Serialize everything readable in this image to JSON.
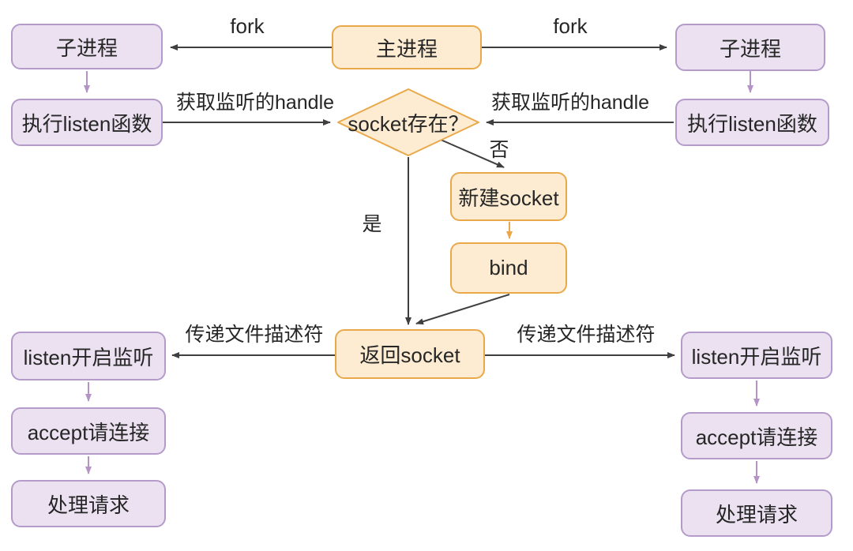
{
  "diagram": {
    "title_hint": "socket fork listen flowchart",
    "colors": {
      "orange_fill": "#fdecd2",
      "orange_border": "#e9a94b",
      "purple_fill": "#ebe1f0",
      "purple_border": "#b49bc9",
      "purple_arrow": "#b494c6",
      "orange_arrow": "#e9a94b",
      "line_color": "#3f3f3f",
      "text_color": "#262626",
      "background": "#ffffff"
    },
    "nodes": {
      "main_process": {
        "label": "主进程",
        "shape": "rounded-rect",
        "color": "orange"
      },
      "child_left": {
        "label": "子进程",
        "shape": "rounded-rect",
        "color": "purple"
      },
      "child_right": {
        "label": "子进程",
        "shape": "rounded-rect",
        "color": "purple"
      },
      "listen_fn_left": {
        "label": "执行listen函数",
        "shape": "rounded-rect",
        "color": "purple"
      },
      "listen_fn_right": {
        "label": "执行listen函数",
        "shape": "rounded-rect",
        "color": "purple"
      },
      "socket_exists": {
        "label": "socket存在？",
        "shape": "diamond",
        "color": "orange"
      },
      "new_socket": {
        "label": "新建socket",
        "shape": "rounded-rect",
        "color": "orange"
      },
      "bind": {
        "label": "bind",
        "shape": "rounded-rect",
        "color": "orange"
      },
      "return_socket": {
        "label": "返回socket",
        "shape": "rounded-rect",
        "color": "orange"
      },
      "listen_left": {
        "label": "listen开启监听",
        "shape": "rounded-rect",
        "color": "purple"
      },
      "listen_right": {
        "label": "listen开启监听",
        "shape": "rounded-rect",
        "color": "purple"
      },
      "accept_left": {
        "label": "accept请连接",
        "shape": "rounded-rect",
        "color": "purple"
      },
      "accept_right": {
        "label": "accept请连接",
        "shape": "rounded-rect",
        "color": "purple"
      },
      "handle_req_left": {
        "label": "处理请求",
        "shape": "rounded-rect",
        "color": "purple"
      },
      "handle_req_right": {
        "label": "处理请求",
        "shape": "rounded-rect",
        "color": "purple"
      }
    },
    "edge_labels": {
      "fork_left": "fork",
      "fork_right": "fork",
      "get_handle_left": "获取监听的handle",
      "get_handle_right": "获取监听的handle",
      "no": "否",
      "yes": "是",
      "pass_fd_left": "传递文件描述符",
      "pass_fd_right": "传递文件描述符"
    },
    "connections": [
      {
        "from": "main_process",
        "to": "child_left",
        "label": "fork"
      },
      {
        "from": "main_process",
        "to": "child_right",
        "label": "fork"
      },
      {
        "from": "child_left",
        "to": "listen_fn_left",
        "label": ""
      },
      {
        "from": "child_right",
        "to": "listen_fn_right",
        "label": ""
      },
      {
        "from": "listen_fn_left",
        "to": "socket_exists",
        "label": "获取监听的handle"
      },
      {
        "from": "listen_fn_right",
        "to": "socket_exists",
        "label": "获取监听的handle"
      },
      {
        "from": "socket_exists",
        "to": "new_socket",
        "label": "否"
      },
      {
        "from": "new_socket",
        "to": "bind",
        "label": ""
      },
      {
        "from": "socket_exists",
        "to": "return_socket",
        "label": "是"
      },
      {
        "from": "bind",
        "to": "return_socket",
        "label": ""
      },
      {
        "from": "return_socket",
        "to": "listen_left",
        "label": "传递文件描述符"
      },
      {
        "from": "return_socket",
        "to": "listen_right",
        "label": "传递文件描述符"
      },
      {
        "from": "listen_left",
        "to": "accept_left",
        "label": ""
      },
      {
        "from": "accept_left",
        "to": "handle_req_left",
        "label": ""
      },
      {
        "from": "listen_right",
        "to": "accept_right",
        "label": ""
      },
      {
        "from": "accept_right",
        "to": "handle_req_right",
        "label": ""
      }
    ]
  }
}
